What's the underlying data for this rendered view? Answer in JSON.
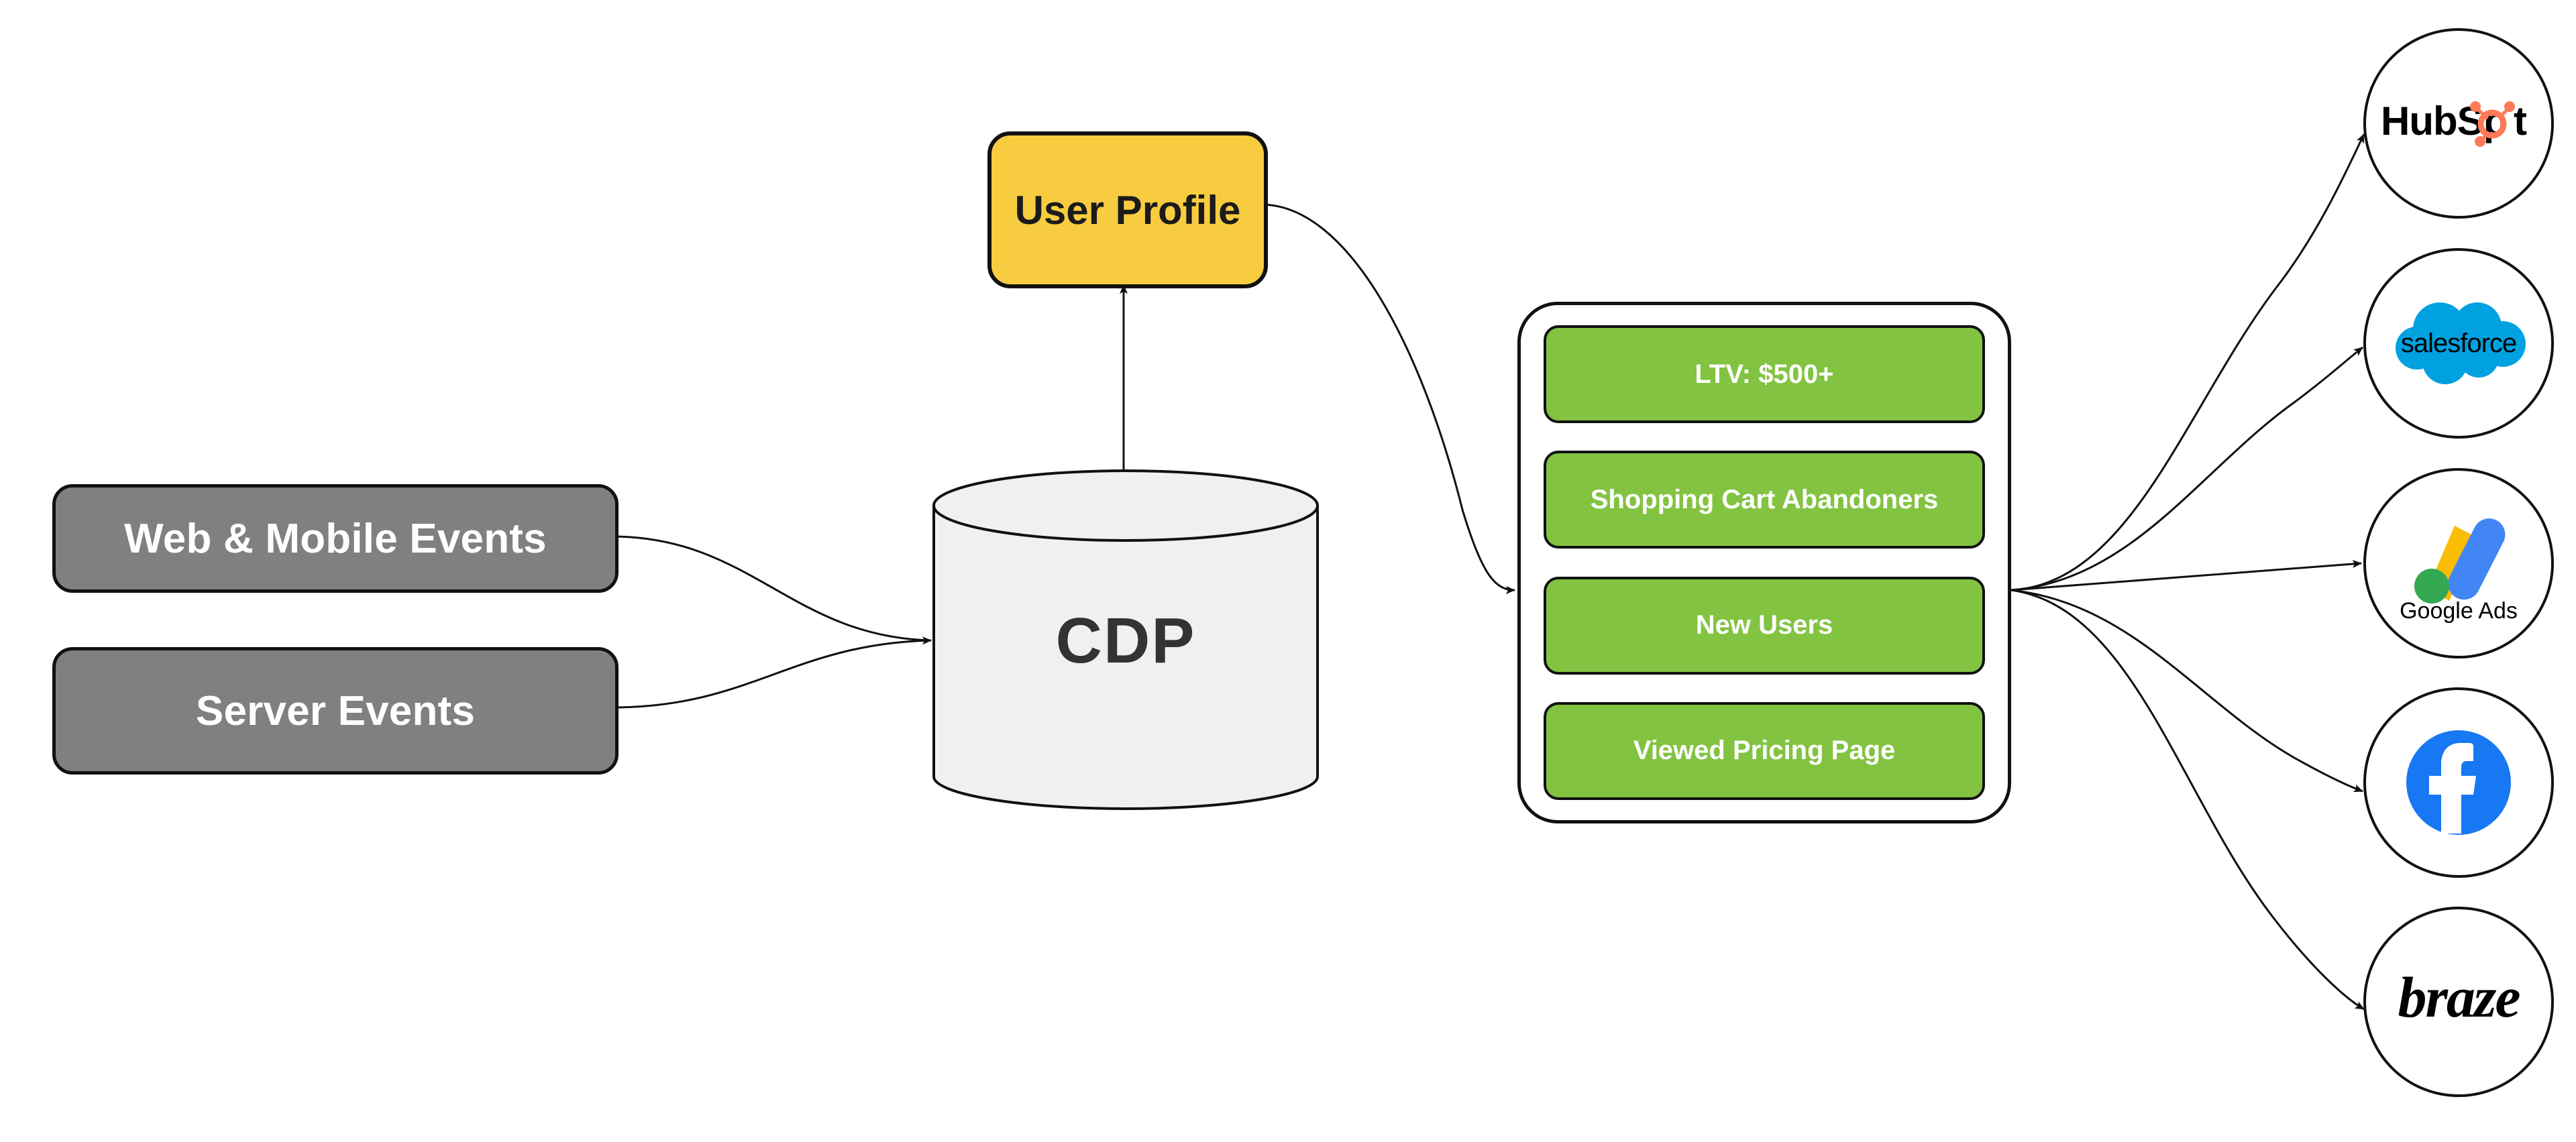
{
  "diagram": {
    "title": "CDP data flow: sources to profile, segments and destinations",
    "background": "#ffffff"
  },
  "colors": {
    "source_fill": "#808080",
    "source_text": "#ffffff",
    "profile_fill": "#F8CC40",
    "profile_text": "#1b1b1b",
    "cylinder_fill": "#F0F0F0",
    "cylinder_text": "#333333",
    "segment_fill": "#82C341",
    "segment_text": "#ffffff",
    "stroke": "#111111",
    "hubspot_navy": "#33475B",
    "hubspot_orange": "#FF7A59",
    "salesforce_blue": "#00A1E0",
    "google_blue": "#4285F4",
    "google_yellow": "#FBBC04",
    "google_green": "#34A853",
    "google_gray": "#7a7a7a",
    "facebook_blue": "#1877F2",
    "braze_black": "#1a1a1a"
  },
  "sources": [
    {
      "id": "web-mobile-events",
      "label": "Web & Mobile Events"
    },
    {
      "id": "server-events",
      "label": "Server Events"
    }
  ],
  "store": {
    "id": "cdp",
    "label": "CDP",
    "shape": "cylinder"
  },
  "profile": {
    "id": "user-profile",
    "label": "User Profile"
  },
  "segments": {
    "id": "segments-container",
    "items": [
      {
        "id": "segment-ltv",
        "label": "LTV: $500+"
      },
      {
        "id": "segment-shopping-cart-abandoners",
        "label": "Shopping Cart Abandoners"
      },
      {
        "id": "segment-new-users",
        "label": "New Users"
      },
      {
        "id": "segment-viewed-pricing-page",
        "label": "Viewed Pricing Page"
      }
    ]
  },
  "destinations": [
    {
      "id": "hubspot",
      "name": "HubSpot",
      "wordmark": "HubSp",
      "wordmark_tail": "t"
    },
    {
      "id": "salesforce",
      "name": "salesforce",
      "wordmark": "salesforce"
    },
    {
      "id": "google-ads",
      "name": "Google Ads",
      "wordmark": "Google Ads"
    },
    {
      "id": "facebook",
      "name": "Facebook",
      "wordmark": "f"
    },
    {
      "id": "braze",
      "name": "braze",
      "wordmark": "braze"
    }
  ]
}
